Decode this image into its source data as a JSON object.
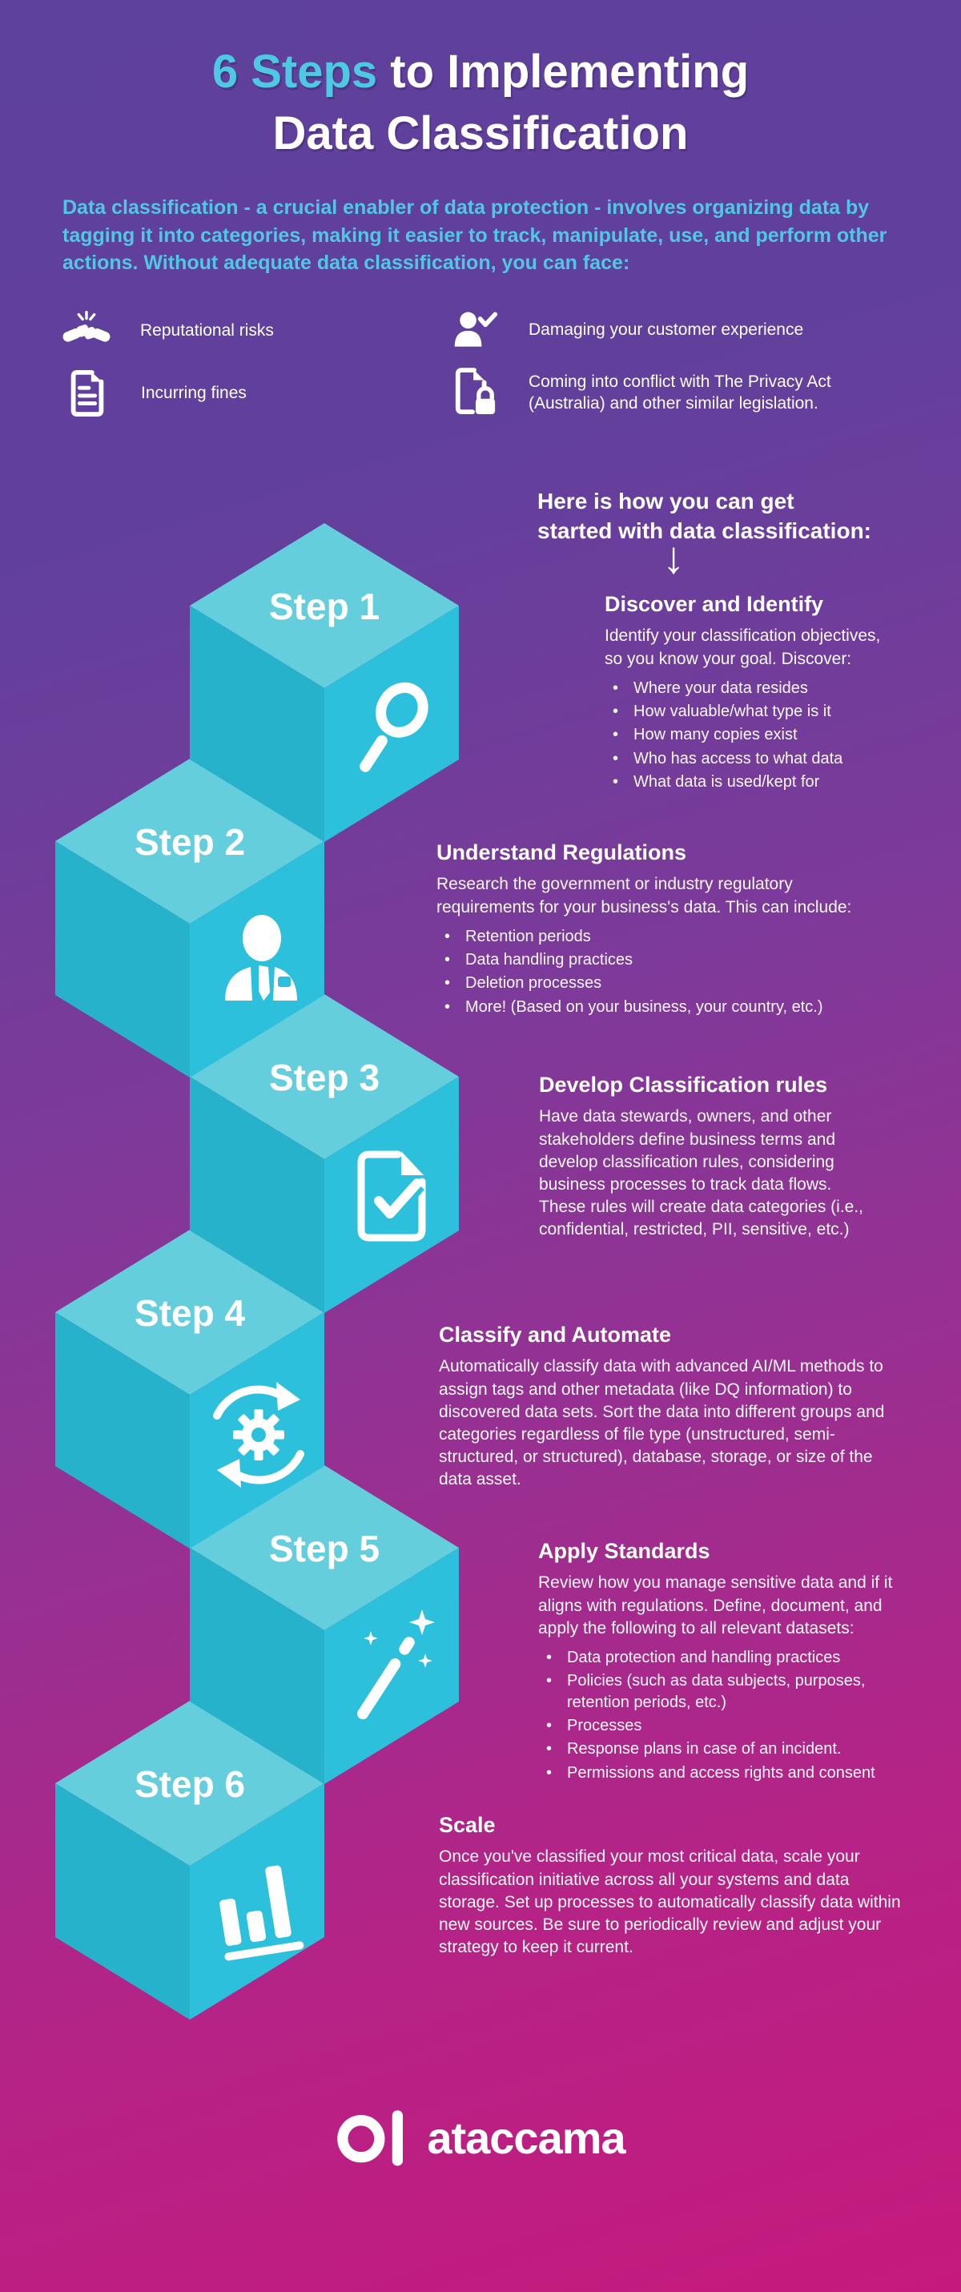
{
  "title": {
    "accent": "6 Steps",
    "rest": " to Implementing",
    "line2": "Data Classification"
  },
  "intro": "Data classification - a crucial enabler of data protection - involves organizing data by tagging it into categories, making it easier to track, manipulate, use, and perform other actions. Without adequate data classification, you can face:",
  "risks": [
    {
      "icon": "handshake-icon",
      "label": "Reputational risks"
    },
    {
      "icon": "person-check-icon",
      "label": "Damaging your customer experience"
    },
    {
      "icon": "document-icon",
      "label": "Incurring fines"
    },
    {
      "icon": "document-lock-icon",
      "label": "Coming into conflict with The Privacy Act (Australia) and other similar legislation."
    }
  ],
  "get_started": {
    "heading": "Here is how you can get started with data classification:",
    "arrow_glyph": "↓"
  },
  "steps": [
    {
      "label": "Step 1",
      "icon": "magnifier-icon",
      "title": "Discover and Identify",
      "body": "Identify your classification objectives, so you know your goal. Discover:",
      "bullets": [
        "Where your data resides",
        "How valuable/what type is it",
        "How many copies exist",
        "Who has access to what data",
        "What data is used/kept for"
      ]
    },
    {
      "label": "Step 2",
      "icon": "person-icon",
      "title": "Understand Regulations",
      "body": "Research the government or industry regulatory requirements for your business's data. This can include:",
      "bullets": [
        "Retention periods",
        "Data handling practices",
        "Deletion processes",
        "More! (Based on your business, your country, etc.)"
      ]
    },
    {
      "label": "Step 3",
      "icon": "document-check-icon",
      "title": "Develop Classification rules",
      "body": "Have data stewards, owners, and other stakeholders define business terms and develop classification rules, considering business processes to track data flows. These rules will create data categories (i.e., confidential, restricted, PII, sensitive, etc.)",
      "bullets": []
    },
    {
      "label": "Step 4",
      "icon": "sync-gear-icon",
      "title": "Classify and Automate",
      "body": "Automatically classify data with advanced AI/ML methods to assign tags and other metadata (like DQ information) to discovered data sets. Sort the data into different groups and categories regardless of file type (unstructured, semi-structured, or structured), database, storage, or size of the data asset.",
      "bullets": []
    },
    {
      "label": "Step 5",
      "icon": "magic-wand-icon",
      "title": "Apply Standards",
      "body": "Review how you manage sensitive data and if it aligns with regulations. Define, document, and apply the following to all relevant datasets:",
      "bullets": [
        "Data protection and handling practices",
        "Policies (such as data subjects, purposes, retention periods, etc.)",
        "Processes",
        "Response plans in case of an incident.",
        "Permissions and access rights and consent"
      ]
    },
    {
      "label": "Step 6",
      "icon": "bar-chart-icon",
      "title": "Scale",
      "body": "Once you've classified your most critical data, scale your classification initiative across all your systems and data storage. Set up processes to automatically classify data within new sources. Be sure to periodically review and adjust your strategy to keep it current.",
      "bullets": []
    }
  ],
  "logo": {
    "text": "ataccama"
  },
  "colors": {
    "accent_cyan": "#4ec9e4",
    "cube_top": "#64cedd",
    "cube_left": "#27b2cb",
    "cube_right": "#2cc0dc",
    "bg_top": "#5e419c",
    "bg_bottom": "#c6197d",
    "text_white": "#ffffff"
  }
}
